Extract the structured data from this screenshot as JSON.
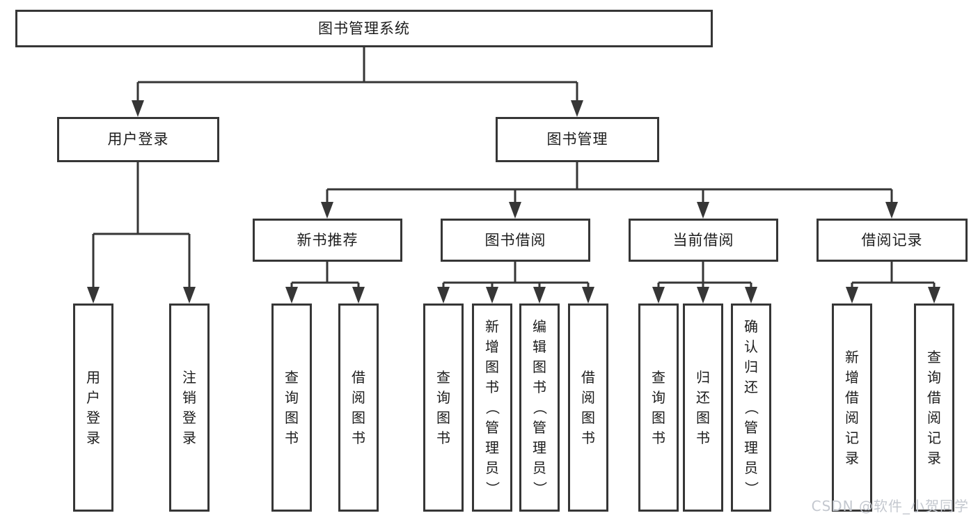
{
  "colors": {
    "line": "#363636",
    "text": "#1c1c1c",
    "watermark": "#c4c8cf",
    "box_background": "#ffffff"
  },
  "watermark": {
    "text": "CSDN @软件_小贺同学"
  },
  "tree": {
    "label": "图书管理系统",
    "children": [
      {
        "label": "用户登录",
        "children": [
          {
            "label": "用户登录"
          },
          {
            "label": "注销登录"
          }
        ]
      },
      {
        "label": "图书管理",
        "children": [
          {
            "label": "新书推荐",
            "children": [
              {
                "label": "查询图书"
              },
              {
                "label": "借阅图书"
              }
            ]
          },
          {
            "label": "图书借阅",
            "children": [
              {
                "label": "查询图书"
              },
              {
                "label": "新增图书（管理员）"
              },
              {
                "label": "编辑图书（管理员）"
              },
              {
                "label": "借阅图书"
              }
            ]
          },
          {
            "label": "当前借阅",
            "children": [
              {
                "label": "查询图书"
              },
              {
                "label": "归还图书"
              },
              {
                "label": "确认归还（管理员）"
              }
            ]
          },
          {
            "label": "借阅记录",
            "children": [
              {
                "label": "新增借阅记录"
              },
              {
                "label": "查询借阅记录"
              }
            ]
          }
        ]
      }
    ]
  }
}
